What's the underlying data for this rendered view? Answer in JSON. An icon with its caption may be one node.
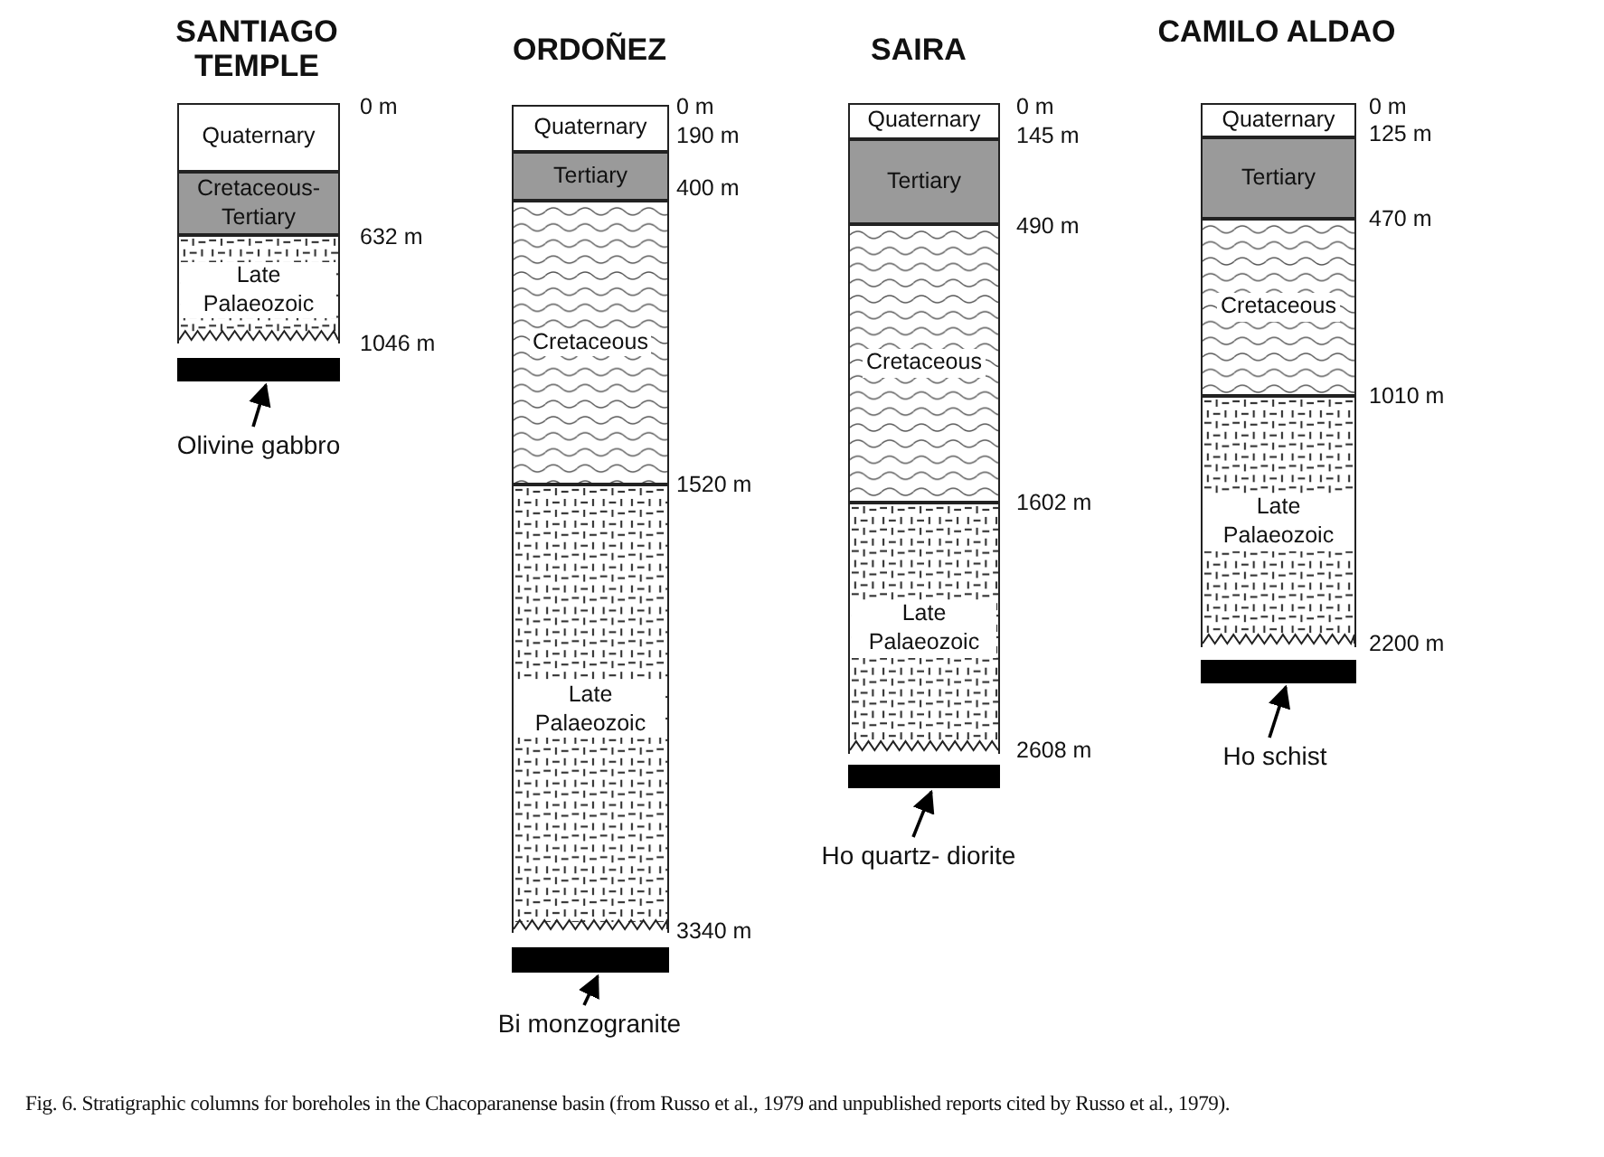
{
  "diagram": {
    "caption": "Fig. 6. Stratigraphic columns for boreholes in the Chacoparanense basin (from Russo et al., 1979 and unpublished reports cited by Russo et al., 1979).",
    "nodes": [
      {
        "text": [
          "Quaternary"
        ]
      },
      {
        "text": [
          "Cretaceous- Tertiary"
        ]
      },
      {
        "text": [
          "Late Palaeozoic"
        ]
      },
      {
        "text": [],
        "shape": "bar"
      },
      {
        "text": [
          "Olivine gabbro"
        ]
      },
      {
        "text": [
          "Quaternary"
        ]
      },
      {
        "text": [
          "Tertiary"
        ]
      },
      {
        "text": [
          "Cretaceous"
        ]
      },
      {
        "text": [
          "Late Palaeozoic"
        ]
      },
      {
        "text": [],
        "shape": "bar"
      },
      {
        "text": [
          "Bi monzogranite"
        ]
      },
      {
        "text": [
          "Quaternary"
        ]
      },
      {
        "text": [
          "Tertiary"
        ]
      },
      {
        "text": [
          "Cretaceous"
        ]
      },
      {
        "text": [
          "Late Palaeozoic"
        ]
      },
      {
        "text": [],
        "shape": "bar"
      },
      {
        "text": [
          "Ho quartz- diorite"
        ]
      },
      {
        "text": [
          "Quaternary"
        ]
      },
      {
        "text": [
          "Tertiary"
        ]
      },
      {
        "text": [
          "Cretaceous"
        ]
      },
      {
        "text": [
          "Late Palaeozoic"
        ]
      },
      {
        "text": [],
        "shape": "bar"
      },
      {
        "text": [
          "Ho schist"
        ]
      }
    ],
    "edges": [
      {
        "from": 4,
        "to": 3,
        "arrow": "to"
      },
      {
        "from": 10,
        "to": 9,
        "arrow": "to"
      },
      {
        "from": 16,
        "to": 15,
        "arrow": "to"
      },
      {
        "from": 22,
        "to": 21,
        "arrow": "to"
      }
    ],
    "labels": [
      "SANTIAGO TEMPLE",
      "0 m",
      "632 m",
      "1046 m",
      "ORDOÑEZ",
      "0 m",
      "190 m",
      "400 m",
      "1520 m",
      "3340 m",
      "SAIRA",
      "0 m",
      "145 m",
      "490 m",
      "1602 m",
      "2608 m",
      "CAMILO ALDAO",
      "0 m",
      "125 m",
      "470 m",
      "1010 m",
      "2200 m"
    ]
  }
}
